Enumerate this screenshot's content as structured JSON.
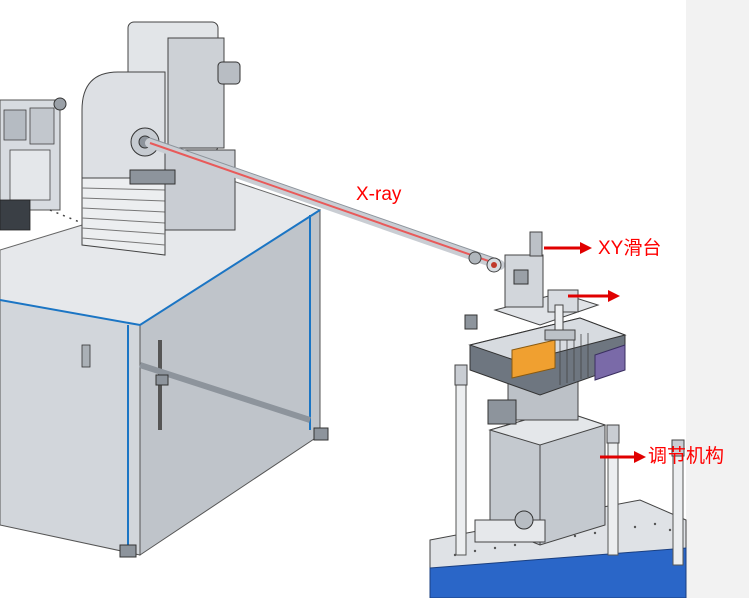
{
  "labels": {
    "xray": "X-ray",
    "xy_stage": "XY滑台",
    "adjust_mechanism": "调节机构"
  },
  "colors": {
    "label_text": "#ff0000",
    "arrow": "#e00000",
    "beam": "#e85a5a",
    "steel": "#c9cdd3",
    "steel_dark": "#8d949c",
    "frame_edge": "#1b75c4",
    "orange_plate": "#f0a030",
    "purple_box": "#7a6aa8",
    "table_blue": "#2a66c8"
  }
}
